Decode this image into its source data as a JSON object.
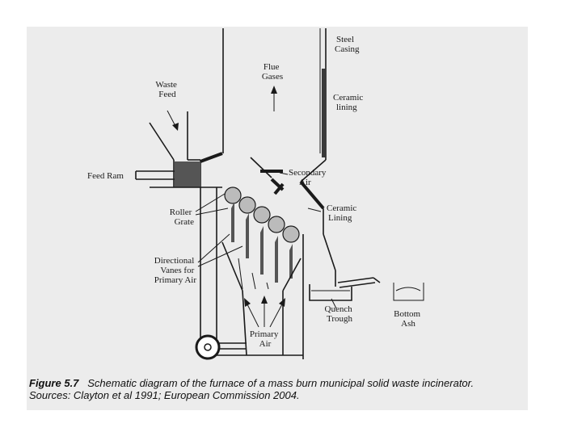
{
  "labels": {
    "waste_feed": [
      "Waste",
      "Feed"
    ],
    "feed_ram": "Feed Ram",
    "flue_gases": [
      "Flue",
      "Gases"
    ],
    "steel_casing": [
      "Steel",
      "Casing"
    ],
    "ceramic_lining_top": [
      "Ceramic",
      "lining"
    ],
    "secondary_air": [
      "Secondary",
      "Air"
    ],
    "ceramic_lining_side": [
      "Ceramic",
      "Lining"
    ],
    "roller_grate": [
      "Roller",
      "Grate"
    ],
    "directional_vanes": [
      "Directional",
      "Vanes for",
      "Primary Air"
    ],
    "quench_trough": [
      "Quench",
      "Trough"
    ],
    "bottom_ash": [
      "Bottom",
      "Ash"
    ],
    "primary_air": [
      "Primary",
      "Air"
    ]
  },
  "caption": {
    "figure_number": "Figure 5.7",
    "text": "Schematic diagram of the furnace of a mass burn municipal solid waste incinerator.",
    "sources": "Sources: Clayton et al 1991; European Commission 2004."
  }
}
